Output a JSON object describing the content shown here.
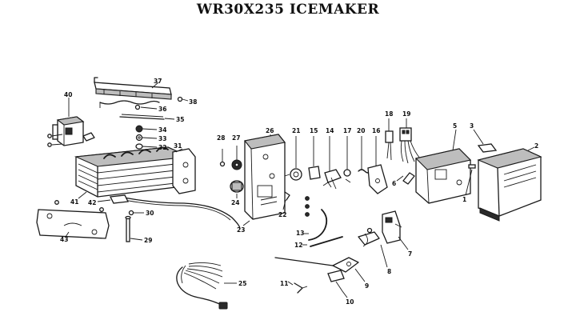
{
  "title": "WR30X235 ICEMAKER",
  "callouts": [
    "1",
    "2",
    "3",
    "5",
    "6",
    "7",
    "8",
    "9",
    "10",
    "11",
    "12",
    "13",
    "14",
    "15",
    "16",
    "17",
    "18",
    "19",
    "20",
    "21",
    "22",
    "23",
    "24",
    "25",
    "26",
    "27",
    "28",
    "29",
    "30",
    "31",
    "32",
    "33",
    "34",
    "35",
    "36",
    "37",
    "38",
    "40",
    "41",
    "42",
    "43"
  ]
}
